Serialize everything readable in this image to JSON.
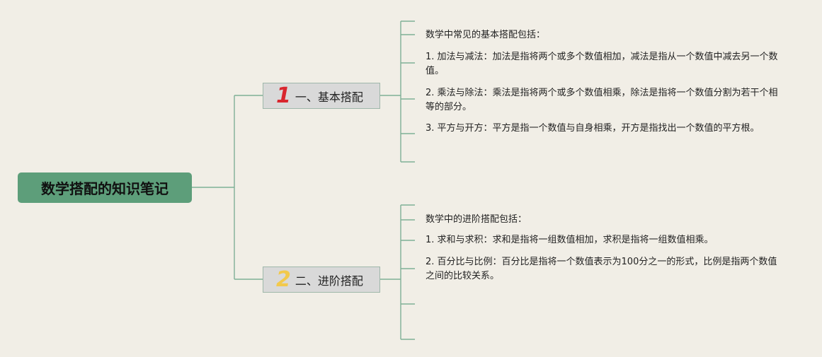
{
  "mindmap": {
    "root": {
      "title": "数学搭配的知识笔记"
    },
    "branches": [
      {
        "number": "1",
        "number_color": "#d9262e",
        "label": "一、基本搭配",
        "items": [
          "数学中常见的基本搭配包括：",
          "1. 加法与减法：加法是指将两个或多个数值相加，减法是指从一个数值中减去另一个数值。",
          "2. 乘法与除法：乘法是指将两个或多个数值相乘，除法是指将一个数值分割为若干个相等的部分。",
          "3. 平方与开方：平方是指一个数值与自身相乘，开方是指找出一个数值的平方根。"
        ]
      },
      {
        "number": "2",
        "number_color": "#f2c94c",
        "label": "二、进阶搭配",
        "items": [
          "数学中的进阶搭配包括：",
          "1. 求和与求积：求和是指将一组数值相加，求积是指将一组数值相乘。",
          "2. 百分比与比例：百分比是指将一个数值表示为100分之一的形式，比例是指两个数值之间的比较关系。"
        ]
      }
    ],
    "colors": {
      "root_fill": "#5d9e7a",
      "line": "#7fb096",
      "branch_fill": "#d9d9d9",
      "background": "#f1eee6"
    }
  }
}
